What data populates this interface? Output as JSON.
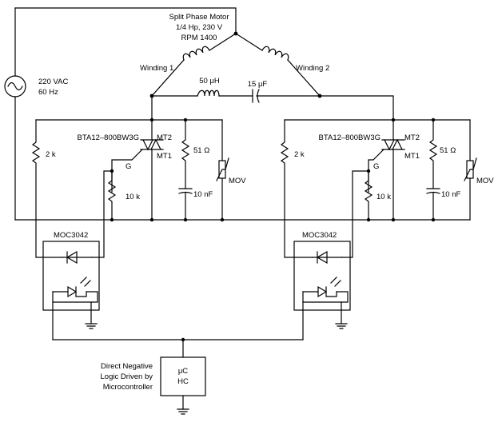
{
  "motor": {
    "line1": "Split Phase Motor",
    "line2": "1/4 Hp, 230 V",
    "line3": "RPM 1400",
    "winding1": "Winding 1",
    "winding2": "Winding 2"
  },
  "source": {
    "line1": "220 VAC",
    "line2": "60 Hz"
  },
  "series_inductor": "50 μH",
  "series_cap": "15 μF",
  "left": {
    "triac": "BTA12–800BW3G",
    "mt2": "MT2",
    "mt1": "MT1",
    "gate": "G",
    "r_gate_pull": "2 k",
    "r_gate": "10 k",
    "r_snubber": "51 Ω",
    "c_snubber": "10 nF",
    "mov": "MOV",
    "opto": "MOC3042"
  },
  "right": {
    "triac": "BTA12–800BW3G",
    "mt2": "MT2",
    "mt1": "MT1",
    "gate": "G",
    "r_gate_pull": "2 k",
    "r_gate": "10 k",
    "r_snubber": "51 Ω",
    "c_snubber": "10 nF",
    "mov": "MOV",
    "opto": "MOC3042"
  },
  "controller": {
    "note1": "Direct Negative",
    "note2": "Logic Driven by",
    "note3": "Microcontroller",
    "chip1": "μC",
    "chip2": "HC"
  }
}
